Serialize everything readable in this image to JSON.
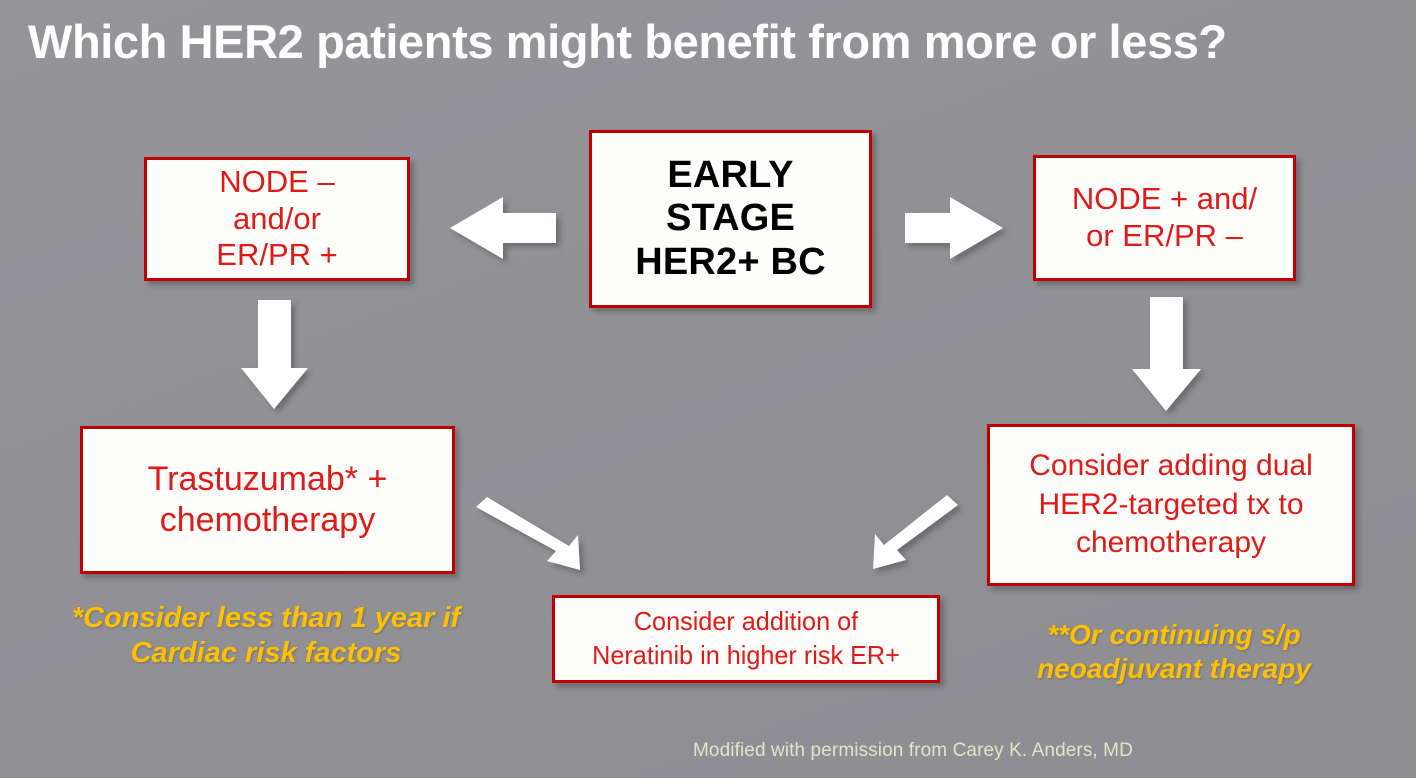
{
  "slide": {
    "title": "Which HER2 patients might benefit from more or less?",
    "background_color": "#919196",
    "title_color": "#ffffff",
    "box_border_color": "#c00000",
    "box_fill_color": "#fdfdfb",
    "red_text_color": "#e01b17",
    "footnote_color": "#ffc000",
    "attribution_color": "#dfe6c8",
    "arrow_color": "#ffffff"
  },
  "nodes": {
    "center": {
      "name": "early-stage-her2-bc",
      "lines": [
        "EARLY",
        "STAGE",
        "HER2+ BC"
      ],
      "text": "EARLY STAGE HER2+ BC",
      "style": "black-bold"
    },
    "left_branch": {
      "name": "node-negative-branch",
      "lines": [
        "NODE –",
        "and/or",
        "ER/PR +"
      ],
      "text": "NODE – and/or ER/PR +",
      "style": "red"
    },
    "right_branch": {
      "name": "node-positive-branch",
      "lines": [
        "NODE + and/",
        "or ER/PR –"
      ],
      "text": "NODE + and/ or ER/PR –",
      "style": "red"
    },
    "left_treatment": {
      "name": "trastuzumab-chemotherapy",
      "lines": [
        "Trastuzumab* +",
        "chemotherapy"
      ],
      "text": "Trastuzumab* + chemotherapy",
      "style": "red"
    },
    "right_treatment": {
      "name": "dual-her2-targeted-therapy",
      "lines": [
        "Consider adding dual",
        "HER2-targeted tx to",
        "chemotherapy"
      ],
      "text": "Consider adding dual HER2-targeted tx to chemotherapy",
      "style": "red"
    },
    "bottom_treatment": {
      "name": "neratinib-addition",
      "lines": [
        "Consider addition of",
        "Neratinib in higher risk ER+"
      ],
      "text": "Consider addition of Neratinib in higher risk ER+",
      "style": "red"
    }
  },
  "footnotes": [
    {
      "name": "cardiac-risk-footnote",
      "marker": "*",
      "lines": [
        "*Consider less than 1 year if",
        "Cardiac risk factors"
      ],
      "text": "*Consider less than 1 year if Cardiac risk factors"
    },
    {
      "name": "neoadjuvant-footnote",
      "marker": "**",
      "lines": [
        "**Or continuing s/p",
        "neoadjuvant therapy"
      ],
      "text": "**Or continuing s/p neoadjuvant therapy"
    }
  ],
  "attribution": "Modified with permission from Carey K. Anders, MD",
  "arrows": [
    {
      "name": "arrow-center-to-left",
      "direction": "left",
      "from": "center",
      "to": "left_branch"
    },
    {
      "name": "arrow-center-to-right",
      "direction": "right",
      "from": "center",
      "to": "right_branch"
    },
    {
      "name": "arrow-left-branch-down",
      "direction": "down",
      "from": "left_branch",
      "to": "left_treatment"
    },
    {
      "name": "arrow-right-branch-down",
      "direction": "down",
      "from": "right_branch",
      "to": "right_treatment"
    },
    {
      "name": "arrow-left-to-neratinib",
      "direction": "down-right",
      "from": "left_treatment",
      "to": "bottom_treatment"
    },
    {
      "name": "arrow-right-to-neratinib",
      "direction": "down-left",
      "from": "right_treatment",
      "to": "bottom_treatment"
    }
  ]
}
